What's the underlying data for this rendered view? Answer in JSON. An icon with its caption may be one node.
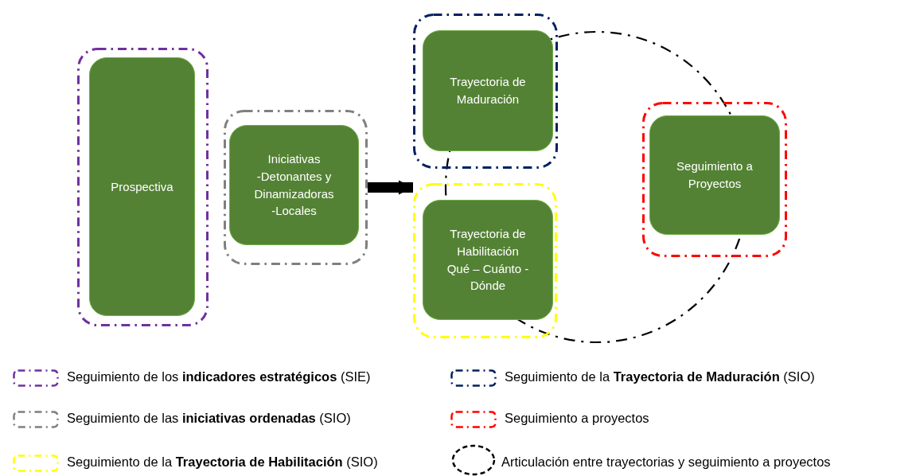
{
  "diagram": {
    "nodes": [
      {
        "text": [],
        "shape": "box"
      },
      {
        "text": [
          "Prospectiva"
        ],
        "in": 0
      },
      {
        "text": [],
        "shape": "box"
      },
      {
        "text": [
          "Iniciativas -Detonantes y Dinamizadoras -Locales"
        ],
        "in": 2
      },
      {
        "text": [],
        "shape": "box"
      },
      {
        "text": [
          "Trayectoria de Maduración"
        ],
        "in": 4
      },
      {
        "text": [],
        "shape": "box"
      },
      {
        "text": [
          "Trayectoria de Habilitación Qué – Cuánto - Dónde"
        ],
        "in": 6
      },
      {
        "text": [],
        "shape": "box"
      },
      {
        "text": [
          "Seguimiento a Proyectos"
        ],
        "in": 8
      }
    ],
    "edges": [
      {
        "from": 2,
        "to": 6,
        "arrow": "to"
      }
    ],
    "legend": [
      {
        "text": "Seguimiento de los **indicadores estratégicos** (SIE)"
      },
      {
        "text": "Seguimiento de la **Trayectoria de Maduración** (SIO)"
      },
      {
        "text": "Seguimiento de las **iniciativas ordenadas** (SIO)"
      },
      {
        "text": "Seguimiento a proyectos"
      },
      {
        "text": "Seguimiento de la **Trayectoria de Habilitación** (SIO)"
      },
      {
        "text": "Articulación entre trayectorias y seguimiento a proyectos"
      }
    ]
  }
}
